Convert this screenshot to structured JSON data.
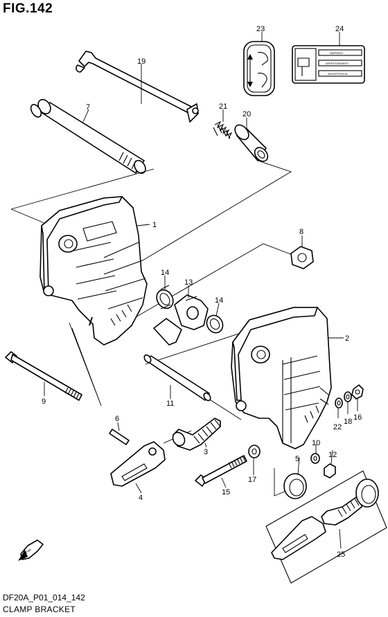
{
  "header": {
    "title": "FIG.142"
  },
  "footer": {
    "code": "DF20A_P01_014_142",
    "caption": "CLAMP BRACKET"
  },
  "direction_mark": {
    "label": "FWD"
  },
  "warning_label": {
    "lines": [
      "WARNING",
      "AVERTISSEMENT",
      "ADVERTENCIA"
    ]
  },
  "callouts": {
    "c1": "1",
    "c2": "2",
    "c3": "3",
    "c4": "4",
    "c5": "5",
    "c6": "6",
    "c7": "7",
    "c8": "8",
    "c9": "9",
    "c10": "10",
    "c11": "11",
    "c12": "12",
    "c13": "13",
    "c14a": "14",
    "c14b": "14",
    "c15": "15",
    "c16": "16",
    "c17": "17",
    "c18": "18",
    "c19": "19",
    "c20": "20",
    "c21": "21",
    "c22": "22",
    "c23": "23",
    "c24": "24",
    "c25": "25"
  }
}
